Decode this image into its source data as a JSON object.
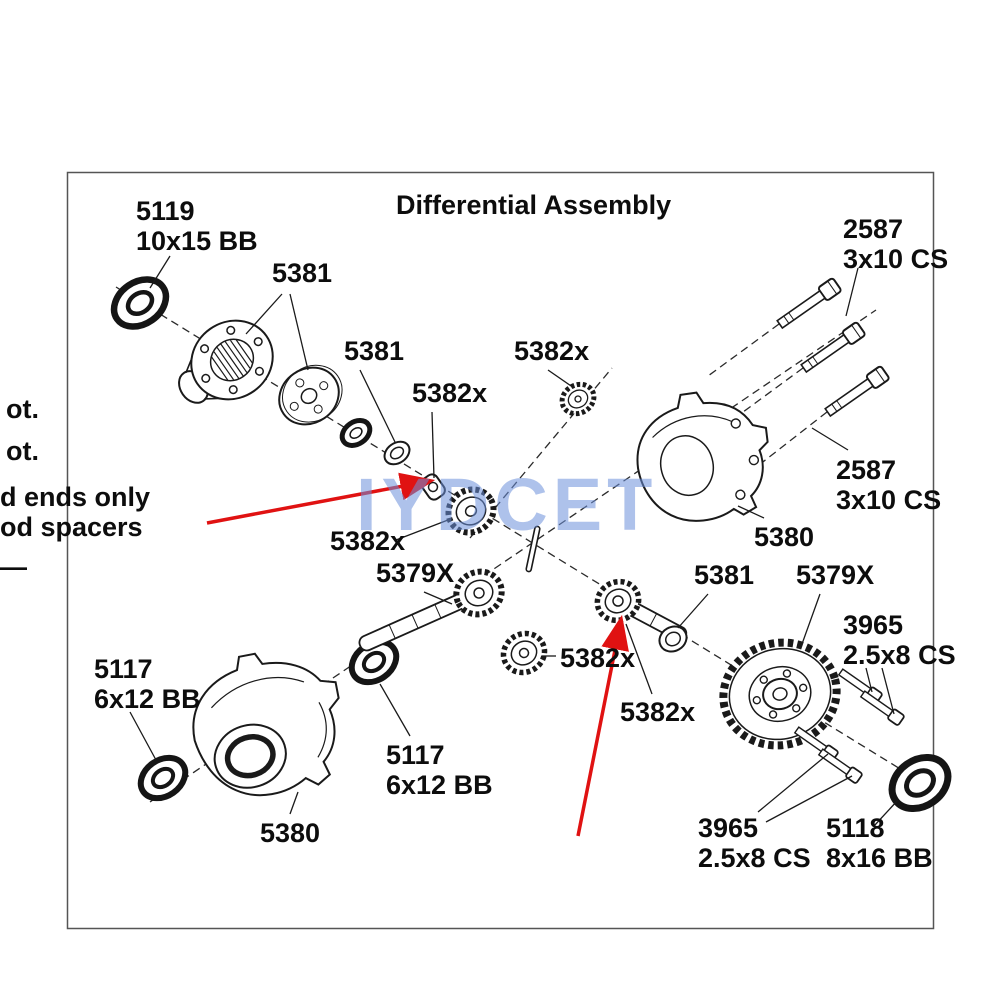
{
  "diagram": {
    "title": "Differential Assembly",
    "watermark": "IYDCET"
  },
  "labels": [
    {
      "line1": "5119",
      "line2": "10x15 BB"
    },
    {
      "line1": "5381"
    },
    {
      "line1": "5381"
    },
    {
      "line1": "5382x"
    },
    {
      "line1": "5382x"
    },
    {
      "line1": "2587",
      "line2": "3x10 CS"
    },
    {
      "line1": "2587",
      "line2": "3x10 CS"
    },
    {
      "line1": "5380"
    },
    {
      "line1": "5381"
    },
    {
      "line1": "5379X"
    },
    {
      "line1": "5382x"
    },
    {
      "line1": "5379X"
    },
    {
      "line1": "3965",
      "line2": "2.5x8 CS"
    },
    {
      "line1": "5382x"
    },
    {
      "line1": "5382x"
    },
    {
      "line1": "5117",
      "line2": "6x12 BB"
    },
    {
      "line1": "5117",
      "line2": "6x12 BB"
    },
    {
      "line1": "5380"
    },
    {
      "line1": "3965",
      "line2": "2.5x8 CS"
    },
    {
      "line1": "5118",
      "line2": "8x16 BB"
    }
  ],
  "cutoff_text": [
    "ot.",
    "ot.",
    "d ends only",
    "od spacers",
    "—"
  ],
  "colors": {
    "annotation_arrow": "#e01212",
    "watermark_blue": "#6c8fdb",
    "line_art": "#1a1a1a"
  }
}
